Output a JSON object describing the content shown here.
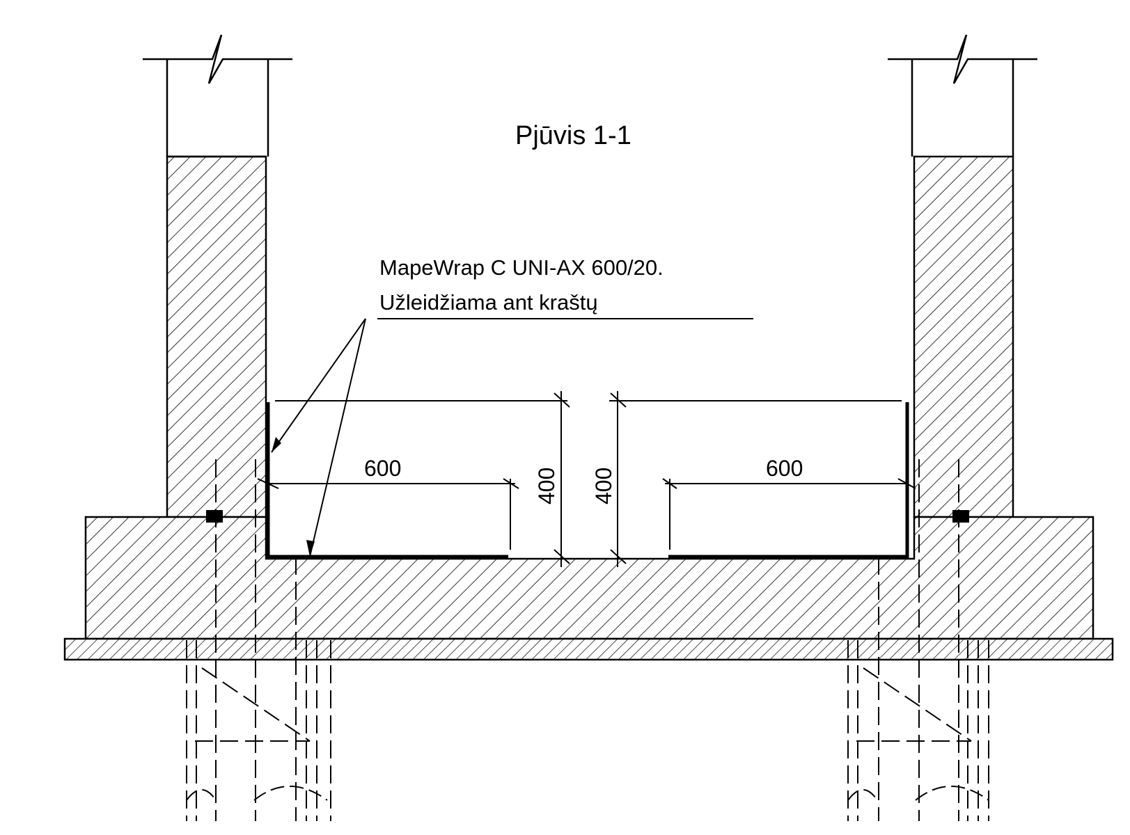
{
  "title": "Pjūvis 1-1",
  "annotation": {
    "line1": "MapeWrap C UNI-AX 600/20.",
    "line2": "Užleidžiama ant kraštų"
  },
  "dimensions": {
    "left_width": "600",
    "right_width": "600",
    "left_height": "400",
    "right_height": "400"
  }
}
